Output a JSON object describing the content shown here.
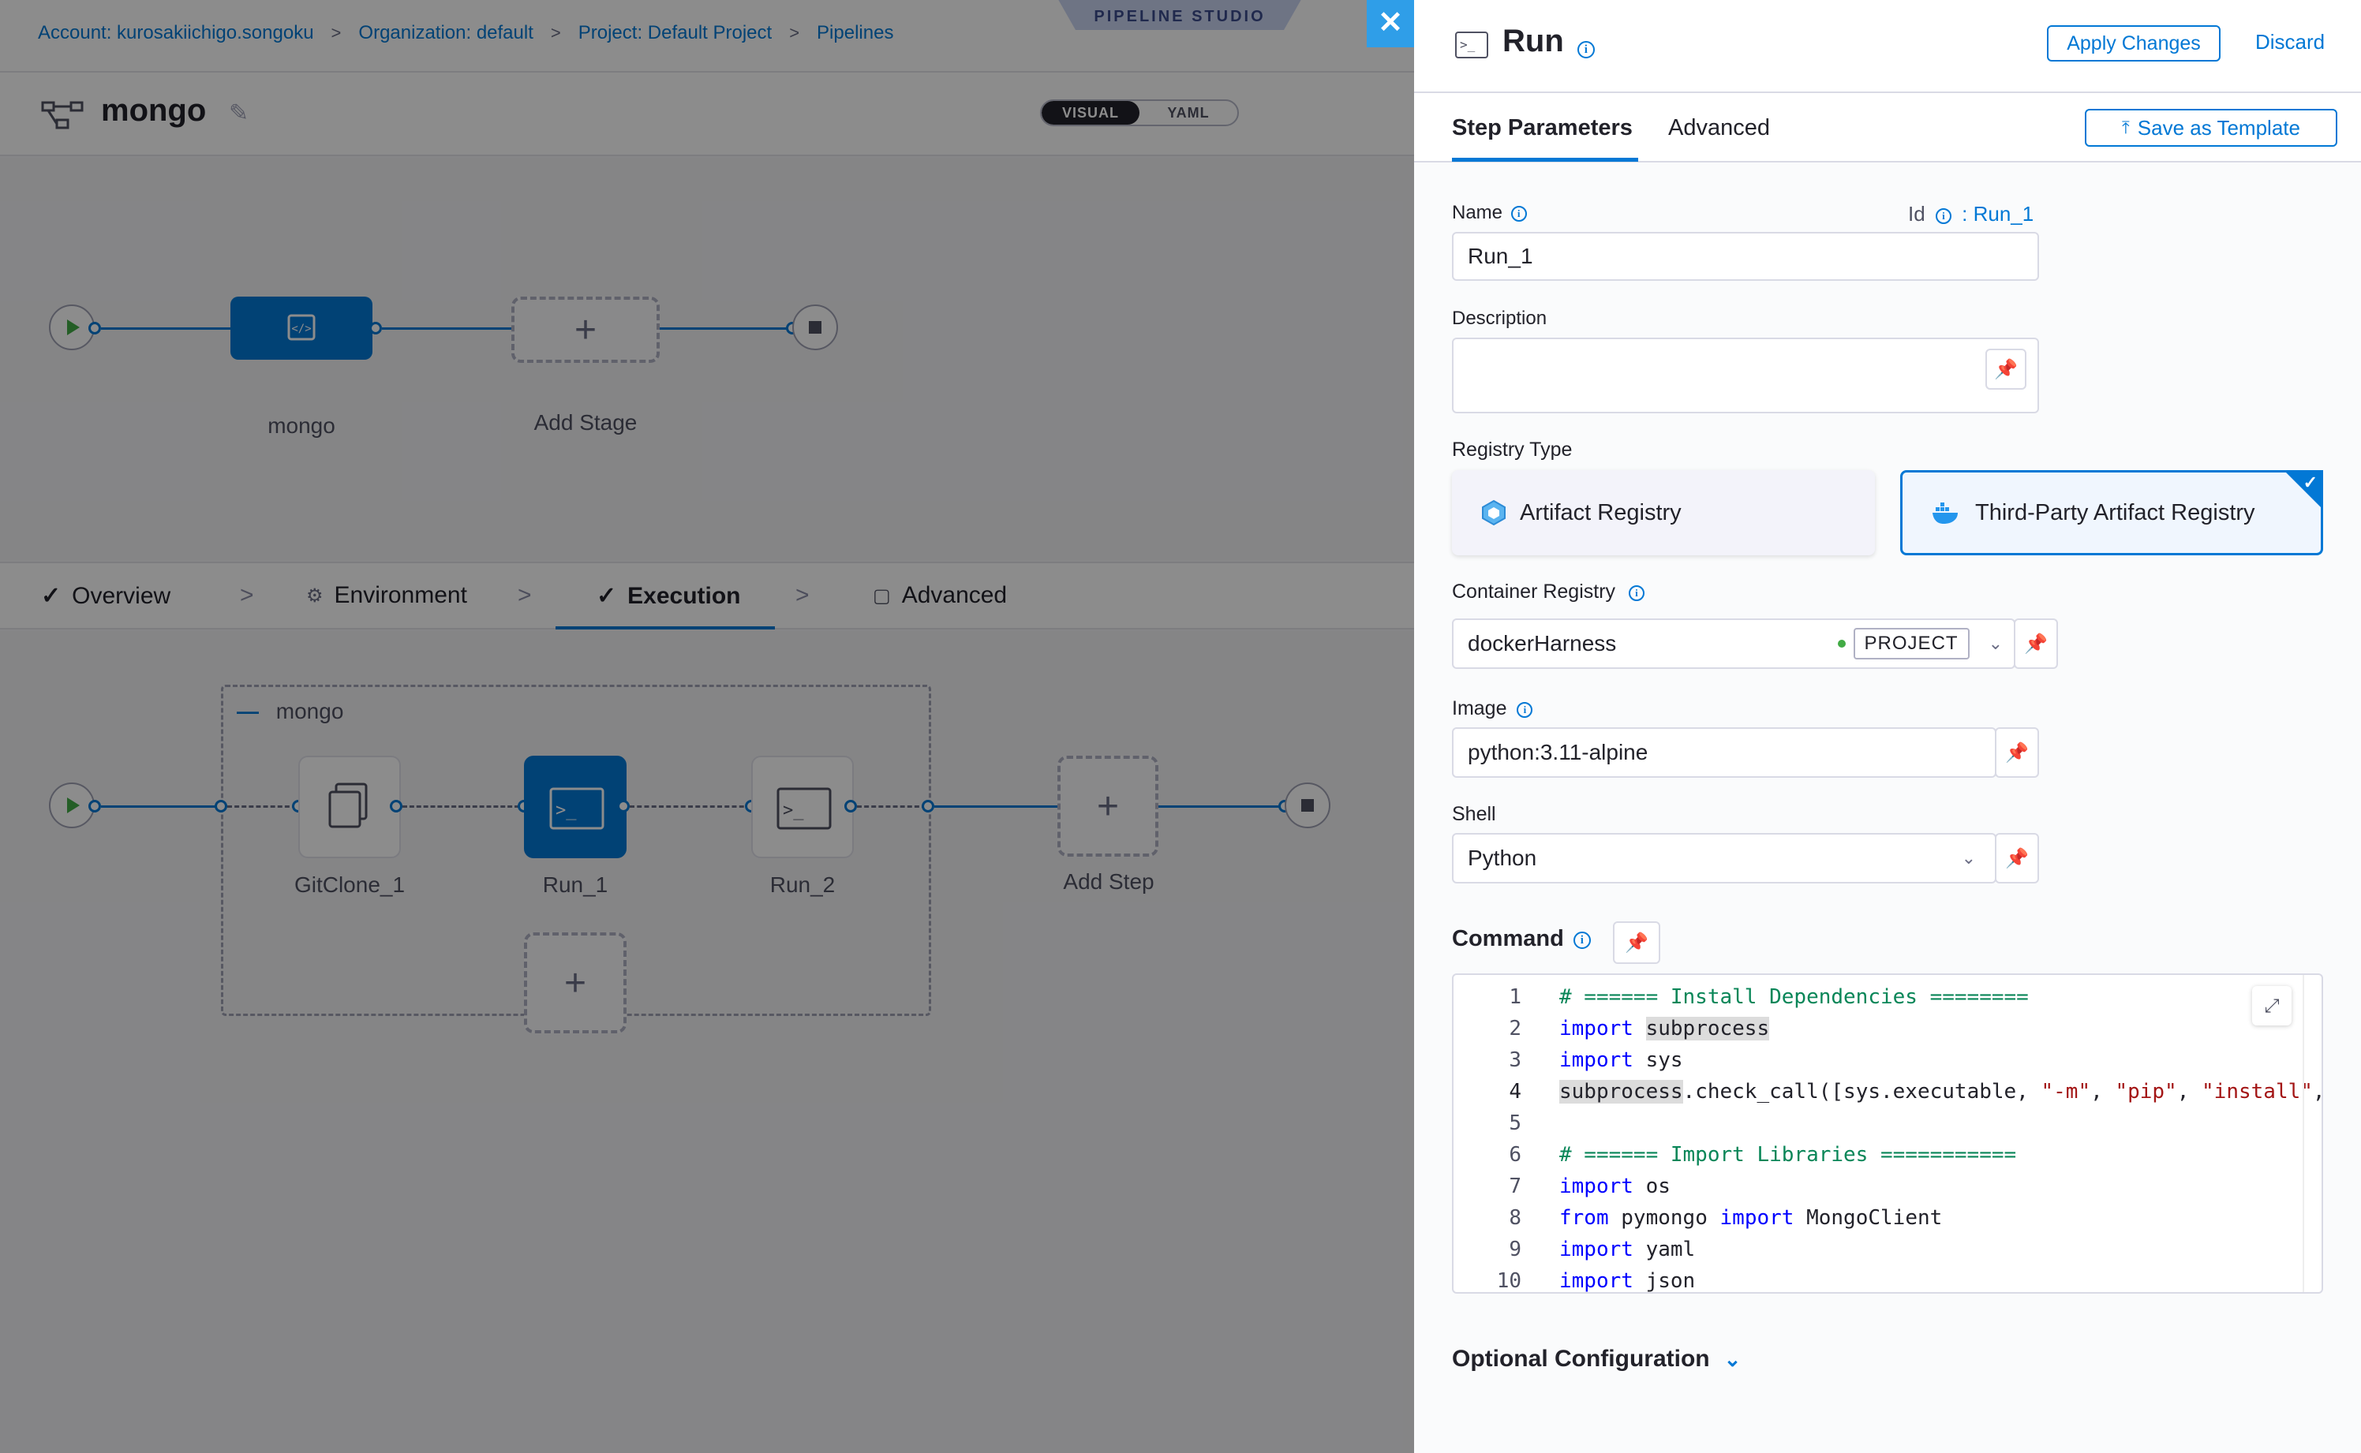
{
  "breadcrumbs": [
    "Account: kurosakiichigo.songoku",
    "Organization: default",
    "Project: Default Project",
    "Pipelines"
  ],
  "studio_badge": "PIPELINE STUDIO",
  "pipeline": {
    "name": "mongo"
  },
  "view_toggle": {
    "visual": "VISUAL",
    "yaml": "YAML",
    "active": "VISUAL"
  },
  "stage_graph": {
    "stage_name": "mongo",
    "add_stage": "Add Stage"
  },
  "stage_tabs": [
    {
      "label": "Overview",
      "icon": "check-icon"
    },
    {
      "label": "Environment",
      "icon": "environment-icon"
    },
    {
      "label": "Execution",
      "icon": "check-icon",
      "active": true
    },
    {
      "label": "Advanced",
      "icon": "advanced-icon"
    }
  ],
  "execution": {
    "group_label": "mongo",
    "steps": [
      "GitClone_1",
      "Run_1",
      "Run_2"
    ],
    "add_step": "Add Step"
  },
  "panel": {
    "title": "Run",
    "apply_label": "Apply Changes",
    "discard_label": "Discard",
    "tabs": [
      "Step Parameters",
      "Advanced"
    ],
    "active_tab": "Step Parameters",
    "save_template_label": "Save as Template",
    "name_label": "Name",
    "id_label": "Id",
    "id_value": ": Run_1",
    "name_value": "Run_1",
    "description_label": "Description",
    "description_value": "",
    "registry_type_label": "Registry Type",
    "registry_options": [
      "Artifact Registry",
      "Third-Party Artifact Registry"
    ],
    "registry_selected": "Third-Party Artifact Registry",
    "container_registry_label": "Container Registry",
    "container_registry_value": "dockerHarness",
    "container_registry_scope": "PROJECT",
    "image_label": "Image",
    "image_value": "python:3.11-alpine",
    "shell_label": "Shell",
    "shell_value": "Python",
    "command_label": "Command",
    "optional_config_label": "Optional Configuration"
  },
  "code_lines": [
    {
      "n": "1",
      "text": "# ====== Install Dependencies ========"
    },
    {
      "n": "2",
      "text": "import subprocess"
    },
    {
      "n": "3",
      "text": "import sys"
    },
    {
      "n": "4",
      "text": "subprocess.check_call([sys.executable, \"-m\", \"pip\", \"install\","
    },
    {
      "n": "5",
      "text": ""
    },
    {
      "n": "6",
      "text": "# ====== Import Libraries ==========="
    },
    {
      "n": "7",
      "text": "import os"
    },
    {
      "n": "8",
      "text": "from pymongo import MongoClient"
    },
    {
      "n": "9",
      "text": "import yaml"
    },
    {
      "n": "10",
      "text": "import json"
    }
  ],
  "colors": {
    "accent": "#0278d5",
    "keyword": "#0000ff",
    "comment": "#098658",
    "string": "#a31515"
  }
}
